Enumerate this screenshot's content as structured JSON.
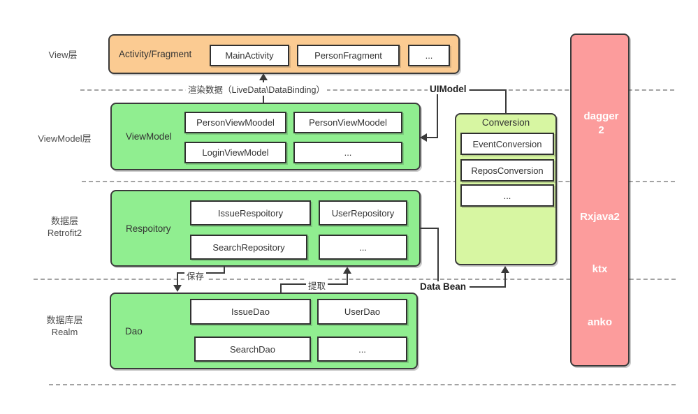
{
  "layers": [
    {
      "label": "View层"
    },
    {
      "label": "ViewModel层"
    },
    {
      "label": "数据层",
      "sublabel": "Retrofit2"
    },
    {
      "label": "数据库层",
      "sublabel": "Realm"
    }
  ],
  "view_group": {
    "title": "Activity/Fragment",
    "items": [
      "MainActivity",
      "PersonFragment",
      "..."
    ]
  },
  "viewmodel_group": {
    "title": "ViewModel",
    "items": [
      "PersonViewMoodel",
      "PersonViewMoodel",
      "LoginViewModel",
      "..."
    ]
  },
  "repository_group": {
    "title": "Respoitory",
    "items": [
      "IssueRespoitory",
      "UserRepository",
      "SearchRepository",
      "..."
    ]
  },
  "dao_group": {
    "title": "Dao",
    "items": [
      "IssueDao",
      "UserDao",
      "SearchDao",
      "..."
    ]
  },
  "conversion_group": {
    "title": "Conversion",
    "items": [
      "EventConversion",
      "ReposConversion",
      "..."
    ]
  },
  "libraries": {
    "items": [
      "dagger 2",
      "Rxjava2",
      "ktx",
      "anko"
    ]
  },
  "annotations": {
    "render_data": "渲染数据（LiveData\\DataBinding）",
    "uimodel": "UIModel",
    "save": "保存",
    "extract": "提取",
    "data_bean": "Data Bean"
  },
  "colors": {
    "view_fill": "#FBCB92",
    "group_fill": "#90EE90",
    "conversion_fill": "#D7F6A2",
    "library_fill": "#FC9C9C",
    "box_border": "#3A3A3A",
    "dashed_line": "#A3A3A3",
    "text": "#333333"
  }
}
